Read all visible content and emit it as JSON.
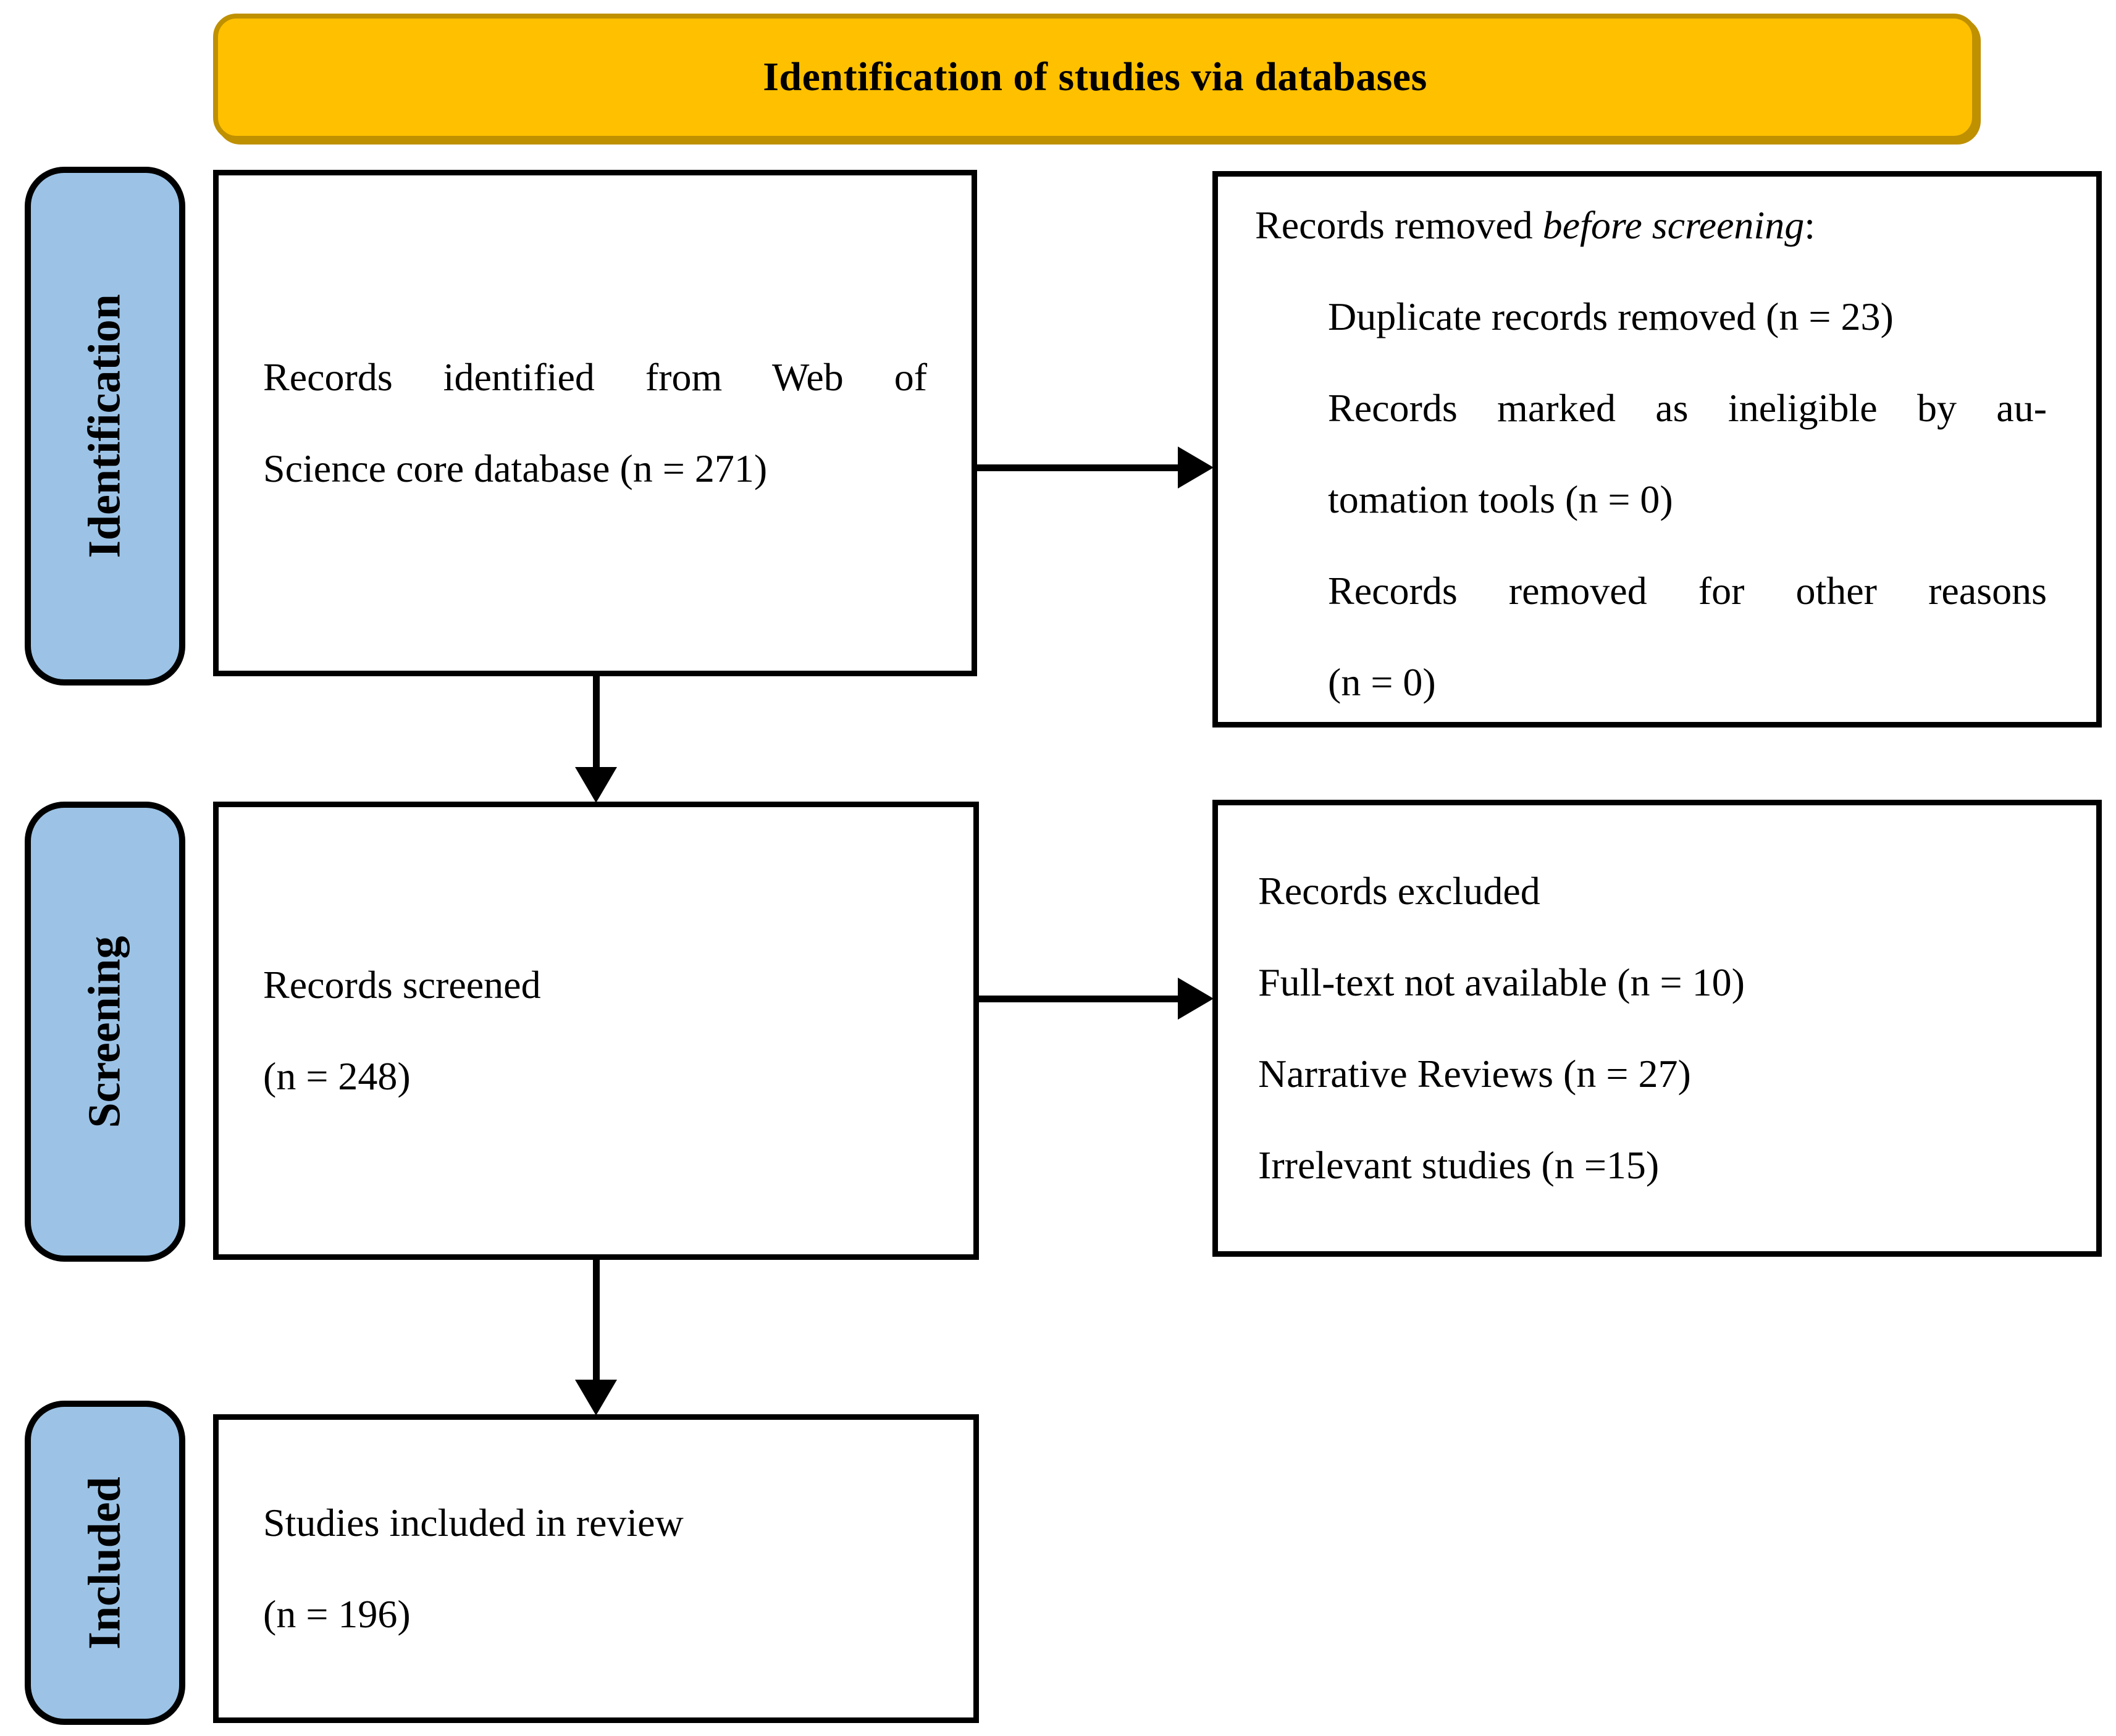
{
  "banner": {
    "title": "Identification of studies via databases"
  },
  "stages": {
    "identification": "Identification",
    "screening": "Screening",
    "included": "Included"
  },
  "boxes": {
    "identified": {
      "lines": [
        {
          "segments": [
            {
              "text": "Records identified from Web of"
            }
          ],
          "justify": true
        },
        {
          "segments": [
            {
              "text": "Science core database (n = 271)"
            }
          ]
        }
      ]
    },
    "removed": {
      "lines": [
        {
          "segments": [
            {
              "text": "Records removed "
            },
            {
              "text": "before screening",
              "italic": true
            },
            {
              "text": ":"
            }
          ]
        },
        {
          "segments": [
            {
              "text": "Duplicate records removed (n = 23)"
            }
          ],
          "indent": true
        },
        {
          "segments": [
            {
              "text": "Records marked as ineligible by au-"
            }
          ],
          "indent": true,
          "justify": true
        },
        {
          "segments": [
            {
              "text": "tomation tools (n = 0)"
            }
          ],
          "indent": true
        },
        {
          "segments": [
            {
              "text": "Records removed for other reasons"
            }
          ],
          "indent": true,
          "justify": true
        },
        {
          "segments": [
            {
              "text": "(n = 0)"
            }
          ],
          "indent": true
        }
      ]
    },
    "screened": {
      "lines": [
        {
          "segments": [
            {
              "text": "Records screened"
            }
          ]
        },
        {
          "segments": [
            {
              "text": "(n = 248)"
            }
          ]
        }
      ]
    },
    "excluded": {
      "lines": [
        {
          "segments": [
            {
              "text": "Records excluded"
            }
          ]
        },
        {
          "segments": [
            {
              "text": "Full-text not available (n = 10)"
            }
          ]
        },
        {
          "segments": [
            {
              "text": "Narrative Reviews (n = 27)"
            }
          ]
        },
        {
          "segments": [
            {
              "text": "Irrelevant studies (n =15)"
            }
          ]
        }
      ]
    },
    "included": {
      "lines": [
        {
          "segments": [
            {
              "text": "Studies included in review"
            }
          ]
        },
        {
          "segments": [
            {
              "text": "(n = 196)"
            }
          ]
        }
      ]
    }
  },
  "colors": {
    "banner_fill": "#FFC000",
    "banner_border": "#BF9000",
    "stage_fill": "#9CC3E6",
    "box_border": "#000000",
    "background": "#FFFFFF"
  }
}
